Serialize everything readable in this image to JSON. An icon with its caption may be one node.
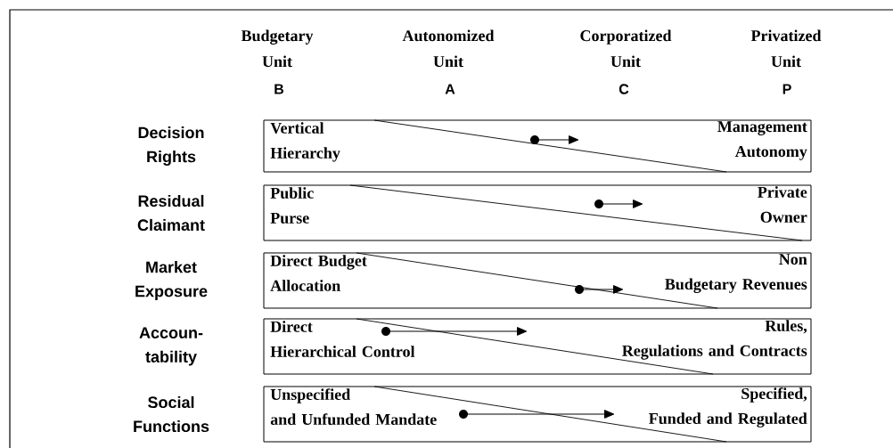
{
  "diagram": {
    "nodes": [
      {
        "text": [
          "Vertical Hierarchy",
          "Management Autonomy"
        ],
        "beside": [
          "Decision Rights"
        ]
      },
      {
        "text": [
          "Public Purse",
          "Private Owner"
        ],
        "beside": [
          "Residual Claimant"
        ]
      },
      {
        "text": [
          "Direct Budget Allocation",
          "Non Budgetary Revenues"
        ],
        "beside": [
          "Market Exposure"
        ]
      },
      {
        "text": [
          "Direct Hierarchical Control",
          "Rules, Regulations and Contracts"
        ],
        "beside": [
          "Accoun- tability"
        ]
      },
      {
        "text": [
          "Unspecified and Unfunded Mandate",
          "Specified, Funded and Regulated"
        ],
        "beside": [
          "Social Functions"
        ]
      }
    ],
    "edges": [],
    "labels": [
      "Budgetary Unit",
      "Autonomized Unit",
      "Corporatized Unit",
      "Privatized Unit",
      "B",
      "A",
      "C",
      "P"
    ]
  }
}
